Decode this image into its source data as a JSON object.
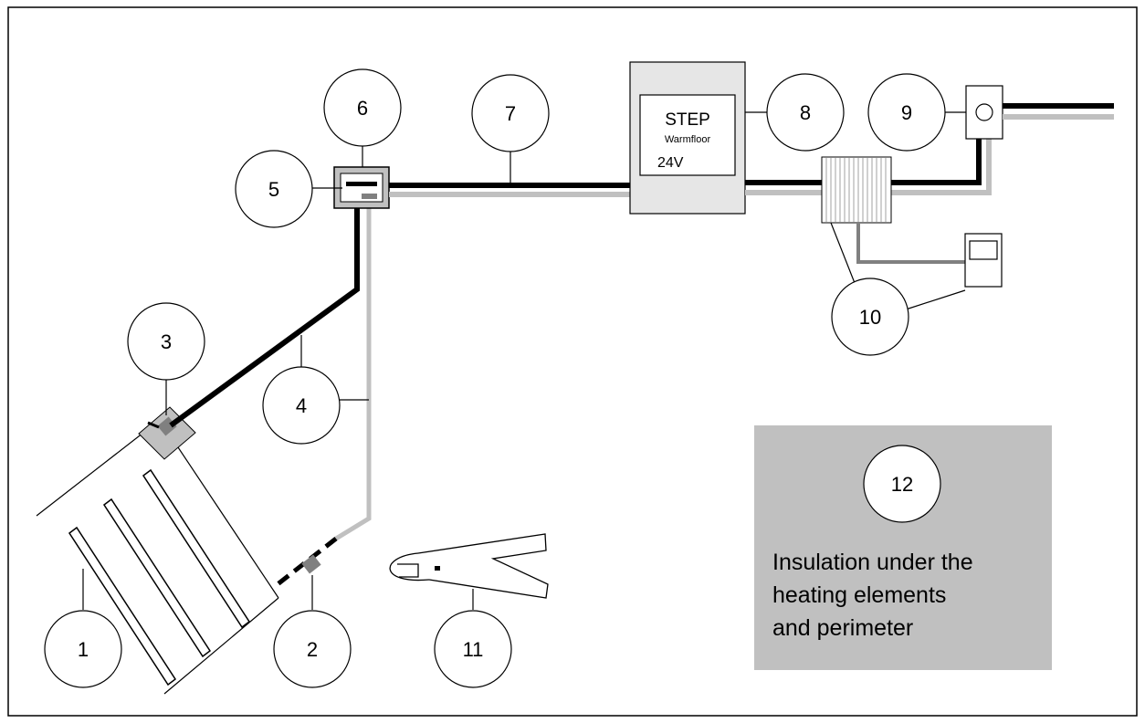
{
  "callouts": [
    {
      "id": "1",
      "label": "1"
    },
    {
      "id": "2",
      "label": "2"
    },
    {
      "id": "3",
      "label": "3"
    },
    {
      "id": "4",
      "label": "4"
    },
    {
      "id": "5",
      "label": "5"
    },
    {
      "id": "6",
      "label": "6"
    },
    {
      "id": "7",
      "label": "7"
    },
    {
      "id": "8",
      "label": "8"
    },
    {
      "id": "9",
      "label": "9"
    },
    {
      "id": "10",
      "label": "10"
    },
    {
      "id": "11",
      "label": "11"
    },
    {
      "id": "12",
      "label": "12"
    }
  ],
  "transformer": {
    "brand": "STEP",
    "product": "Warmfloor",
    "voltage": "24V"
  },
  "insulation_note": {
    "line1": "Insulation under the",
    "line2": "heating elements",
    "line3": "and perimeter"
  },
  "colors": {
    "cable_dark": "#000000",
    "cable_light": "#c0c0c0",
    "connector": "#808080",
    "box_fill": "#e6e6e6",
    "insulation_panel": "#c0c0c0"
  }
}
